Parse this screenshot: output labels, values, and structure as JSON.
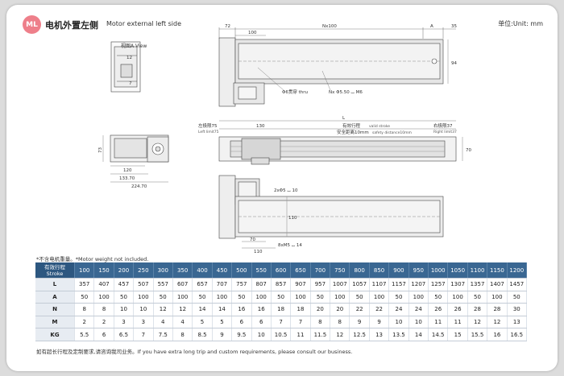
{
  "header": {
    "badge": "ML",
    "title_cn": "电机外置左侧",
    "title_en": "Motor external left side",
    "unit": "单位:Unit: mm"
  },
  "drawing": {
    "view_label": "视图A View",
    "side_dims": {
      "w_top": "12",
      "w_bottom": "7"
    },
    "top_dims": {
      "d72": "72",
      "d100": "100",
      "dnx100": "Nx100",
      "dA": "A",
      "d35": "35",
      "d94": "94"
    },
    "top_callouts": {
      "hole": "Φ6贯穿 thru",
      "slot": "Nx Φ5.50 ⌴ M6"
    },
    "front_dims": {
      "L": "L",
      "left_limit": "左极限75",
      "left_limit_en": "Left limit75",
      "d130": "130",
      "effective": "有效行程",
      "effective_en": "valid stroke",
      "safety": "安全距离10mm",
      "safety_en": "safety distance10mm",
      "right_limit": "右极限37",
      "right_limit_en": "Right limit37",
      "d70": "70"
    },
    "motor_dims": {
      "d73": "73",
      "d120": "120",
      "d133": "133.70",
      "d224": "224.70"
    },
    "bottom_dims": {
      "hole": "2xΦ5 ⌴ 10",
      "d110": "110",
      "slot": "8xM5 ⌴ 14",
      "d70": "70",
      "d110b": "110"
    }
  },
  "table": {
    "note": "*不含电机重量。*Motor weight not included.",
    "header_label_cn": "有效行程",
    "header_label_en": "Stroke",
    "strokes": [
      "100",
      "150",
      "200",
      "250",
      "300",
      "350",
      "400",
      "450",
      "500",
      "550",
      "600",
      "650",
      "700",
      "750",
      "800",
      "850",
      "900",
      "950",
      "1000",
      "1050",
      "1100",
      "1150",
      "1200"
    ],
    "rows": [
      {
        "label": "L",
        "values": [
          "357",
          "407",
          "457",
          "507",
          "557",
          "607",
          "657",
          "707",
          "757",
          "807",
          "857",
          "907",
          "957",
          "1007",
          "1057",
          "1107",
          "1157",
          "1207",
          "1257",
          "1307",
          "1357",
          "1407",
          "1457"
        ]
      },
      {
        "label": "A",
        "values": [
          "50",
          "100",
          "50",
          "100",
          "50",
          "100",
          "50",
          "100",
          "50",
          "100",
          "50",
          "100",
          "50",
          "100",
          "50",
          "100",
          "50",
          "100",
          "50",
          "100",
          "50",
          "100",
          "50"
        ]
      },
      {
        "label": "N",
        "values": [
          "8",
          "8",
          "10",
          "10",
          "12",
          "12",
          "14",
          "14",
          "16",
          "16",
          "18",
          "18",
          "20",
          "20",
          "22",
          "22",
          "24",
          "24",
          "26",
          "26",
          "28",
          "28",
          "30"
        ]
      },
      {
        "label": "M",
        "values": [
          "2",
          "2",
          "3",
          "3",
          "4",
          "4",
          "5",
          "5",
          "6",
          "6",
          "7",
          "7",
          "8",
          "8",
          "9",
          "9",
          "10",
          "10",
          "11",
          "11",
          "12",
          "12",
          "13"
        ]
      },
      {
        "label": "KG",
        "values": [
          "5.5",
          "6",
          "6.5",
          "7",
          "7.5",
          "8",
          "8.5",
          "9",
          "9.5",
          "10",
          "10.5",
          "11",
          "11.5",
          "12",
          "12.5",
          "13",
          "13.5",
          "14",
          "14.5",
          "15",
          "15.5",
          "16",
          "16.5"
        ]
      }
    ],
    "footer": "如有超长行程及定制要求,请咨询我司业务。If you have extra long trip and custom requirements, please consult our business."
  },
  "colors": {
    "header_bg": "#3a6792",
    "badge": "#ee7f8a",
    "label_bg": "#e7ecf2"
  }
}
